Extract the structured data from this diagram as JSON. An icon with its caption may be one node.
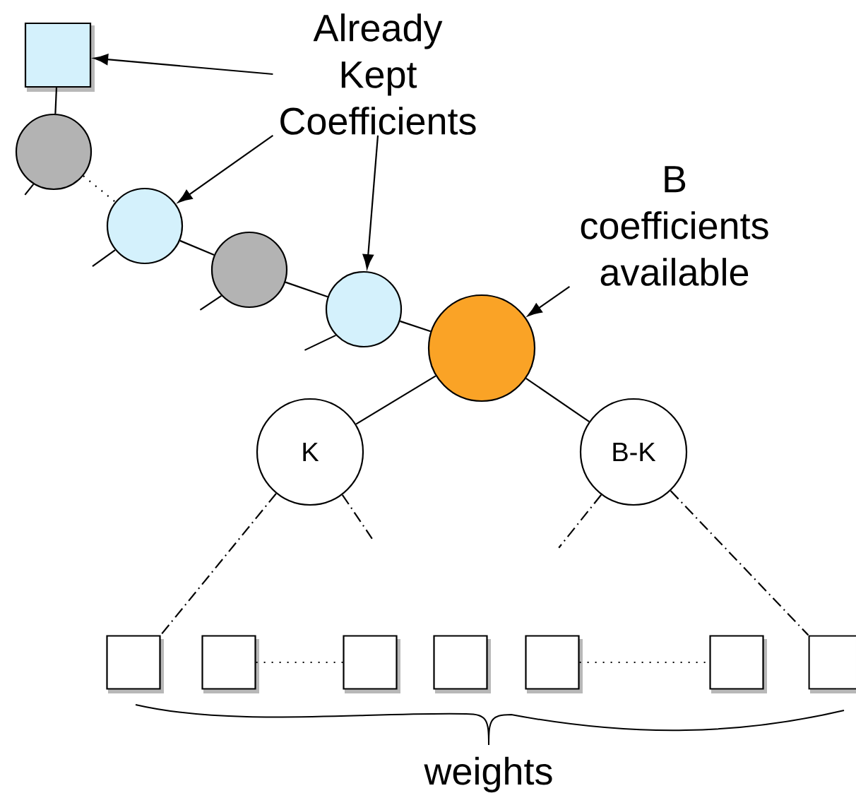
{
  "diagram": {
    "nodes": [
      {
        "text": [],
        "shape": "box"
      },
      {
        "text": [],
        "shape": "circle"
      },
      {
        "text": [],
        "shape": "circle"
      },
      {
        "text": [],
        "shape": "circle"
      },
      {
        "text": [],
        "shape": "circle"
      },
      {
        "text": [],
        "shape": "circle"
      },
      {
        "text": [
          "K"
        ]
      },
      {
        "text": [
          "B-K"
        ]
      },
      {
        "text": [],
        "shape": "box"
      },
      {
        "text": [],
        "shape": "box"
      },
      {
        "text": [],
        "shape": "box"
      },
      {
        "text": [],
        "shape": "box"
      },
      {
        "text": [],
        "shape": "box"
      },
      {
        "text": [],
        "shape": "box"
      },
      {
        "text": [],
        "shape": "box"
      },
      {
        "text": [
          "Already Kept Coefficients"
        ]
      },
      {
        "text": [
          "B coefficients available"
        ]
      }
    ],
    "edges": [
      {
        "from": 15,
        "to": 0,
        "arrow": "to"
      },
      {
        "from": 15,
        "to": 2,
        "arrow": "to"
      },
      {
        "from": 15,
        "to": 4,
        "arrow": "to"
      },
      {
        "from": 16,
        "to": 5,
        "arrow": "to"
      },
      {
        "from": 0,
        "to": 1,
        "arrow": "none"
      },
      {
        "from": 1,
        "to": 2,
        "arrow": "none",
        "style": "dashed"
      },
      {
        "from": 2,
        "to": 3,
        "arrow": "none"
      },
      {
        "from": 3,
        "to": 4,
        "arrow": "none"
      },
      {
        "from": 4,
        "to": 5,
        "arrow": "none"
      },
      {
        "from": 5,
        "to": 6,
        "arrow": "none"
      },
      {
        "from": 5,
        "to": 7,
        "arrow": "none"
      },
      {
        "from": 6,
        "to": 8,
        "arrow": "none",
        "style": "dashed"
      },
      {
        "from": 6,
        "to": null,
        "arrow": "none",
        "style": "dashed"
      },
      {
        "from": 7,
        "to": null,
        "arrow": "none",
        "style": "dashed"
      },
      {
        "from": 7,
        "to": 14,
        "arrow": "none",
        "style": "dashed"
      },
      {
        "from": 9,
        "to": 10,
        "arrow": "none",
        "style": "dashed"
      },
      {
        "from": 12,
        "to": 13,
        "arrow": "none",
        "style": "dashed"
      },
      {
        "from": 1,
        "to": null,
        "arrow": "none"
      },
      {
        "from": 2,
        "to": null,
        "arrow": "none"
      },
      {
        "from": 3,
        "to": null,
        "arrow": "none"
      },
      {
        "from": 4,
        "to": null,
        "arrow": "none"
      }
    ],
    "labels": [
      "weights"
    ]
  }
}
